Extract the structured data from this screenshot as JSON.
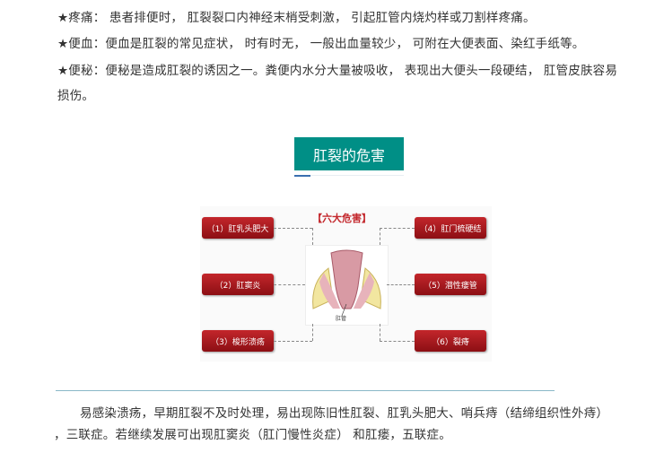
{
  "symptoms": [
    "★疼痛： 患者排便时， 肛裂裂口内神经末梢受刺激， 引起肛管内烧灼样或刀割样疼痛。",
    "★便血：便血是肛裂的常见症状， 时有时无， 一般出血量较少， 可附在大便表面、染红手纸等。",
    "★便秘：便秘是造成肛裂的诱因之一。粪便内水分大量被吸收， 表现出大便头一段硬结， 肛管皮肤容易",
    "损伤。"
  ],
  "section_title": "肛裂的危害",
  "figure": {
    "title": "【六大危害】",
    "center_label": "肛管",
    "items": [
      "（1）肛乳头肥大",
      "（2）肛窦炎",
      "（3）梭形溃疡",
      "（4）肛门梳硬结",
      "（5）潜性瘘管",
      "（6）裂痔"
    ]
  },
  "paragraph": [
    "易感染溃疡，早期肛裂不及时处理，易出现陈旧性肛裂、肛乳头肥大、哨兵痔（结缔组织性外痔）",
    "，三联症。若继续发展可出现肛窦炎（肛门慢性炎症） 和肛瘘，五联症。"
  ]
}
